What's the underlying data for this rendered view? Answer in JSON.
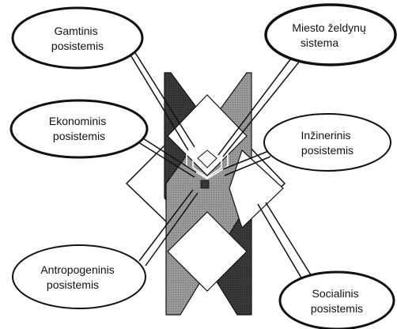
{
  "labels": {
    "gamtinis": [
      "Gamtinis",
      "posistemis"
    ],
    "miesto": [
      "Miesto želdynų",
      "sistema"
    ],
    "ekonominis": [
      "Ekonominis",
      "posistemis"
    ],
    "inzinerinis": [
      "Inžinerinis",
      "posistemis"
    ],
    "antropogeninis": [
      "Antropogeninis",
      "posistemis"
    ],
    "socialinis": [
      "Socialinis",
      "posistemis"
    ]
  }
}
